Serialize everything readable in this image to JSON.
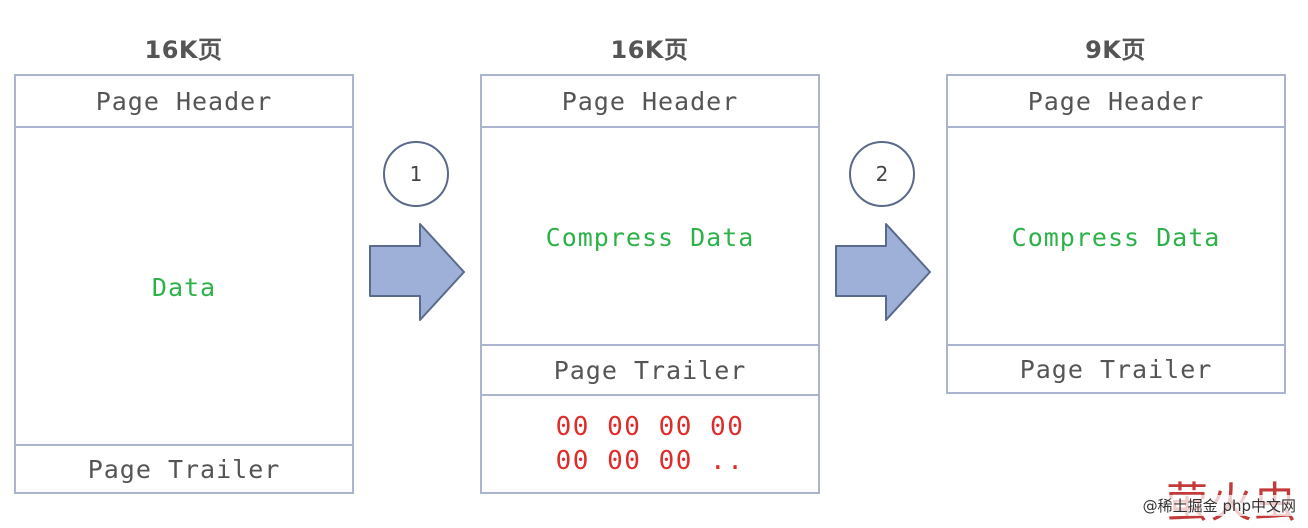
{
  "pages": [
    {
      "title": "16K页",
      "header": "Page Header",
      "data": "Data",
      "trailer": "Page Trailer"
    },
    {
      "title": "16K页",
      "header": "Page Header",
      "data": "Compress Data",
      "trailer": "Page Trailer",
      "padding_lines": [
        "00 00 00 00",
        "00 00 00 .."
      ]
    },
    {
      "title": "9K页",
      "header": "Page Header",
      "data": "Compress Data",
      "trailer": "Page Trailer"
    }
  ],
  "steps": [
    {
      "label": "1"
    },
    {
      "label": "2"
    }
  ],
  "colors": {
    "border": "#aab4cf",
    "arrow_fill": "#9fb0d8",
    "arrow_stroke": "#5a6a8a",
    "data_text": "#2db24a",
    "padding_text": "#e02b2b"
  },
  "watermark": {
    "logo_text": "萤火虫",
    "caption": "@稀土掘金 php中文网"
  }
}
